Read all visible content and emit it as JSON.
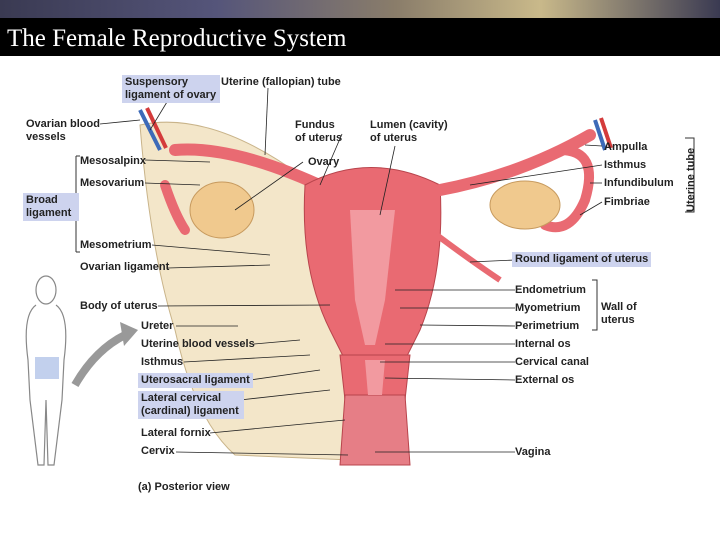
{
  "title": "The Female Reproductive System",
  "caption": "(a) Posterior view",
  "labels": {
    "suspensory_ligament_of_ovary": "Suspensory ligament of ovary",
    "uterine_fallopian_tube": "Uterine (fallopian) tube",
    "ovarian_blood_vessels": "Ovarian blood vessels",
    "mesosalpinx": "Mesosalpinx",
    "mesovarium": "Mesovarium",
    "broad_ligament": "Broad ligament",
    "mesometrium": "Mesometrium",
    "ovarian_ligament": "Ovarian ligament",
    "body_of_uterus": "Body of uterus",
    "ureter": "Ureter",
    "uterine_blood_vessels": "Uterine blood vessels",
    "isthmus_left": "Isthmus",
    "uterosacral_ligament": "Uterosacral ligament",
    "lateral_cervical_ligament": "Lateral cervical (cardinal) ligament",
    "lateral_fornix": "Lateral fornix",
    "cervix": "Cervix",
    "fundus_of_uterus": "Fundus of uterus",
    "lumen_of_uterus": "Lumen (cavity) of uterus",
    "ovary": "Ovary",
    "ampulla": "Ampulla",
    "isthmus_right": "Isthmus",
    "infundibulum": "Infundibulum",
    "fimbriae": "Fimbriae",
    "uterine_tube_bracket": "Uterine tube",
    "round_ligament_of_uterus": "Round ligament of uterus",
    "endometrium": "Endometrium",
    "myometrium": "Myometrium",
    "perimetrium": "Perimetrium",
    "wall_of_uterus": "Wall of uterus",
    "internal_os": "Internal os",
    "cervical_canal": "Cervical canal",
    "external_os": "External os",
    "vagina": "Vagina"
  },
  "colors": {
    "title_bar": "#000000",
    "highlight": "#cdd3ee",
    "uterus_pink": "#e96a72",
    "ligament_cream": "#f3e6c9",
    "ovary_tan": "#f0c98e"
  }
}
